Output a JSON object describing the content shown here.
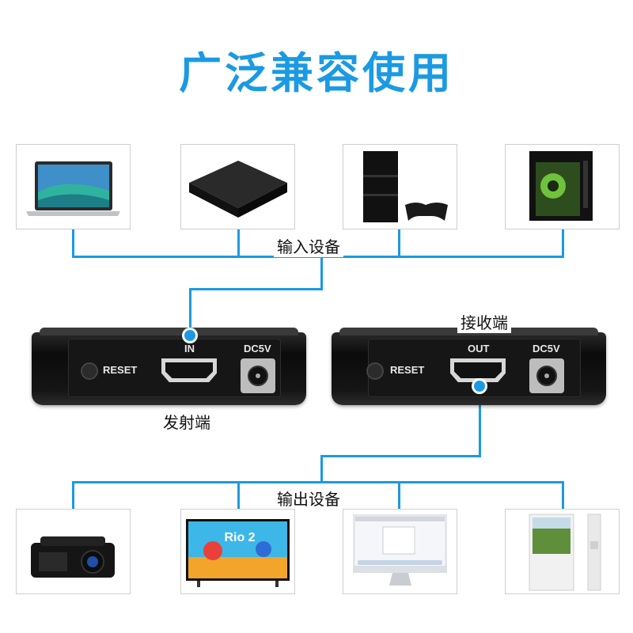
{
  "title": "广泛兼容使用",
  "labels": {
    "input_devices": "输入设备",
    "output_devices": "输出设备",
    "transmitter": "发射端",
    "receiver": "接收端"
  },
  "transmitter_panel": {
    "reset": "RESET",
    "port": "IN",
    "power": "DC5V"
  },
  "receiver_panel": {
    "reset": "RESET",
    "port": "OUT",
    "power": "DC5V"
  },
  "screen_text": {
    "movie_title": "Rio 2"
  },
  "colors": {
    "accent": "#1b9ae3",
    "device_body": "#111111"
  },
  "input_device_icons": [
    "laptop-icon",
    "tv-box-icon",
    "game-console-icon",
    "desktop-pc-icon"
  ],
  "output_device_icons": [
    "projector-icon",
    "tv-icon",
    "monitor-icon",
    "digital-signage-icon"
  ]
}
